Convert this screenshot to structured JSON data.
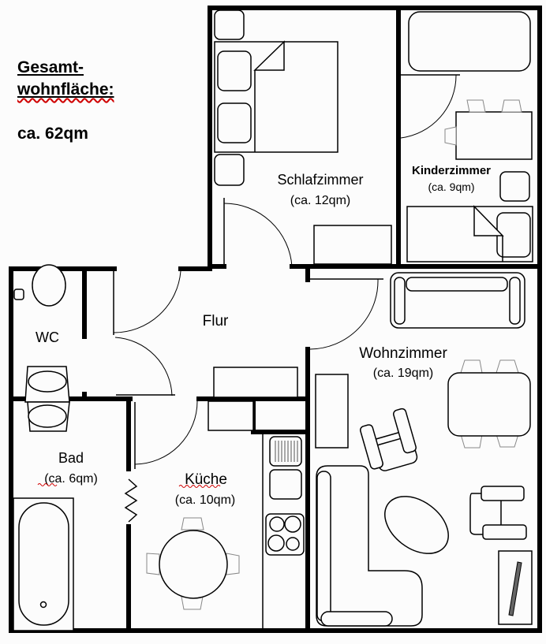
{
  "summary": {
    "title_line1": "Gesamt-",
    "title_line2": "wohnfläche:",
    "total_area": "ca. 62qm"
  },
  "rooms": {
    "schlafzimmer": {
      "name": "Schlafzimmer",
      "area": "(ca. 12qm)"
    },
    "kinderzimmer": {
      "name": "Kinderzimmer",
      "area": "(ca. 9qm)"
    },
    "flur": {
      "name": "Flur"
    },
    "wc": {
      "name": "WC"
    },
    "wohnzimmer": {
      "name": "Wohnzimmer",
      "area": "(ca. 19qm)"
    },
    "bad": {
      "name": "Bad",
      "area": "(ca. 6qm)"
    },
    "kueche": {
      "name": "Küche",
      "area": "(ca. 10qm)"
    }
  },
  "colors": {
    "wall": "#000000",
    "background": "#fcfcfc",
    "spellcheck_underline": "#d00000",
    "tv_bar": "#666666"
  }
}
